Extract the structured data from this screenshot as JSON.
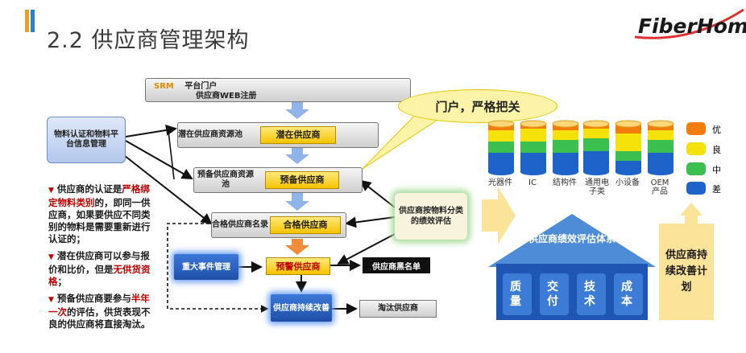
{
  "title": "2.2 供应商管理架构",
  "logo": "FiberHome",
  "srm": {
    "tag": "SRM",
    "line1": "平台门户",
    "line2": "供应商WEB注册"
  },
  "left_box": "物料认证和物料平台信息管理",
  "stages": [
    {
      "label": "潜在供应商资源池",
      "badge": "潜在供应商"
    },
    {
      "label": "预备供应商资源池",
      "badge": "预备供应商"
    },
    {
      "label": "合格供应商名录",
      "badge": "合格供应商"
    }
  ],
  "callout": "门户，严格把关",
  "perf_box": "供应商按物料分类的绩效评估",
  "event_box": "重大事件管理",
  "warn_badge": "预警供应商",
  "blacklist": "供应商黑名单",
  "improve_box": "供应商持续改善",
  "eliminate": "淘汰供应商",
  "notes": [
    {
      "parts": [
        {
          "t": "供应商的认证是",
          "red": false
        },
        {
          "t": "严格绑定物料类别",
          "red": true
        },
        {
          "t": "的，即同一供应商，如果要供应不同类别的物料是需要重新进行认证的；",
          "red": false
        }
      ]
    },
    {
      "parts": [
        {
          "t": "潜在供应商可以参与报价和比价，但是",
          "red": false
        },
        {
          "t": "无供货资格",
          "red": true
        },
        {
          "t": "；",
          "red": false
        }
      ]
    },
    {
      "parts": [
        {
          "t": "预备供应商要参与",
          "red": false
        },
        {
          "t": "半年一次",
          "red": true
        },
        {
          "t": "的评估，供货表现不良的供应商将直接淘汰。",
          "red": false
        }
      ]
    }
  ],
  "categories": [
    "光器件",
    "IC",
    "结构件",
    "通用电子类",
    "小设备",
    "OEM产品"
  ],
  "legend": [
    "优",
    "良",
    "中",
    "差"
  ],
  "legend_colors": [
    "#f27d0c",
    "#f5e20a",
    "#3bbf4e",
    "#1d63c9"
  ],
  "house_title": "供应商绩效评估体系",
  "pillars": [
    "质量",
    "交付",
    "技术",
    "成本"
  ],
  "improve_plan": "供应商持续改善计划"
}
